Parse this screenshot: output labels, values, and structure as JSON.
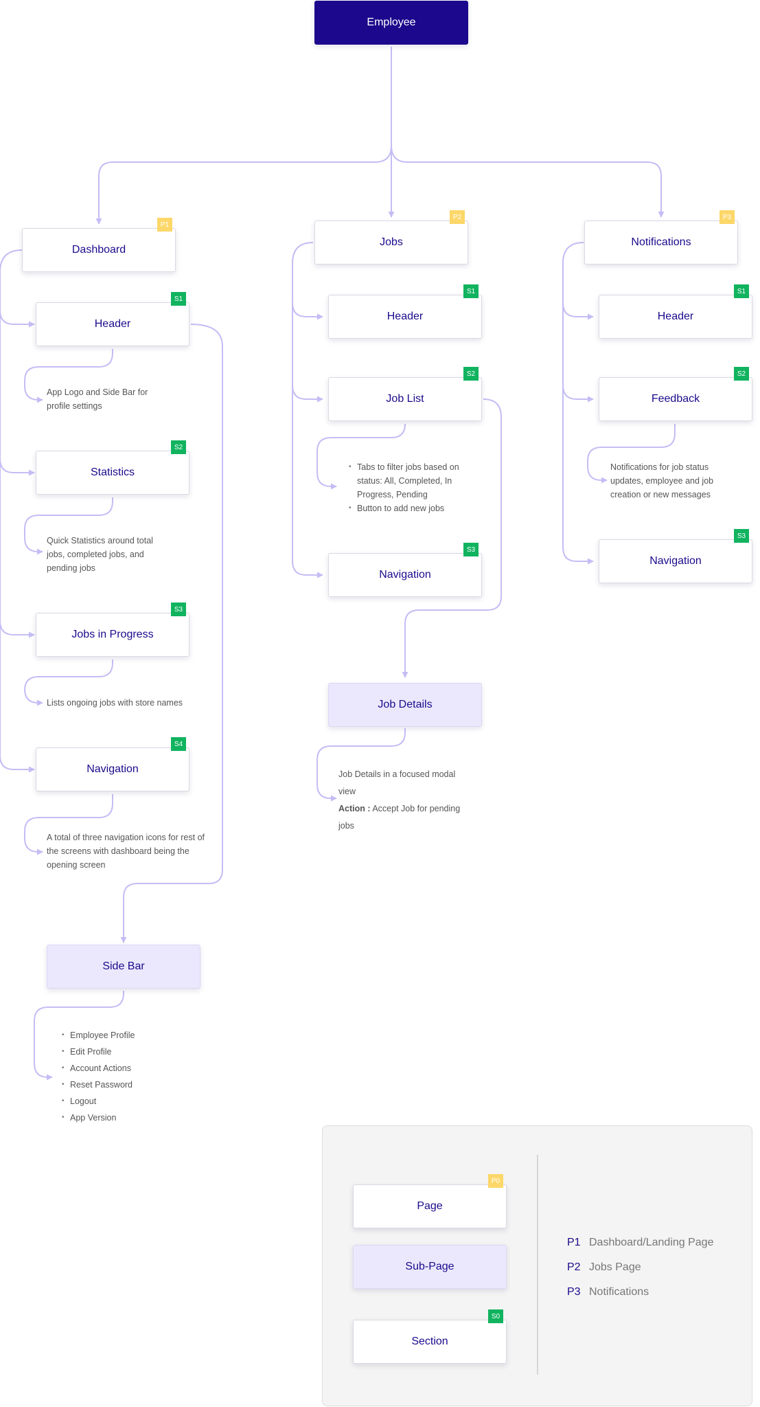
{
  "nodes": {
    "employee": "Employee",
    "dashboard": "Dashboard",
    "jobs": "Jobs",
    "notifications": "Notifications",
    "dash_header": "Header",
    "dash_statistics": "Statistics",
    "dash_jobs_in_progress": "Jobs in Progress",
    "dash_navigation": "Navigation",
    "side_bar": "Side Bar",
    "jobs_header": "Header",
    "job_list": "Job List",
    "jobs_navigation": "Navigation",
    "job_details": "Job Details",
    "notif_header": "Header",
    "feedback": "Feedback",
    "notif_navigation": "Navigation"
  },
  "badges": {
    "dashboard": "P1",
    "jobs": "P2",
    "notifications": "P3",
    "dash_header": "S1",
    "dash_statistics": "S2",
    "dash_jobs_in_progress": "S3",
    "dash_navigation": "S4",
    "jobs_header": "S1",
    "job_list": "S2",
    "jobs_navigation": "S3",
    "notif_header": "S1",
    "feedback": "S2",
    "notif_navigation": "S3"
  },
  "descriptions": {
    "dash_header": "App Logo and Side Bar for profile settings",
    "dash_statistics": "Quick Statistics around total jobs, completed jobs, and pending jobs",
    "dash_jobs_in_progress": "Lists ongoing jobs with store names",
    "dash_navigation": "A total of three navigation icons for rest of the screens with dashboard being the opening screen",
    "side_bar": [
      "Employee Profile",
      "Edit Profile",
      "Account Actions",
      "Reset Password",
      "Logout",
      "App Version"
    ],
    "job_list": [
      "Tabs to filter jobs based on status: All, Completed, In Progress, Pending",
      "Button to add new jobs"
    ],
    "job_details_text": "Job Details in a focused modal view",
    "job_details_action_label": "Action :",
    "job_details_action_text": "Accept Job for pending jobs",
    "feedback": "Notifications for job status updates, employee and job creation or new messages"
  },
  "legend": {
    "page": "Page",
    "sub_page": "Sub-Page",
    "section": "Section",
    "page_badge": "P0",
    "section_badge": "S0",
    "items": [
      {
        "code": "P1",
        "label": "Dashboard/Landing Page"
      },
      {
        "code": "P2",
        "label": "Jobs Page"
      },
      {
        "code": "P3",
        "label": "Notifications"
      }
    ]
  },
  "colors": {
    "root_fill": "#1c088c",
    "node_text": "#1a0a8c",
    "connector": "#c4bdf5",
    "section_badge": "#11b35f",
    "page_badge": "#fcd769",
    "sub_page_fill": "#ebe8fd"
  }
}
